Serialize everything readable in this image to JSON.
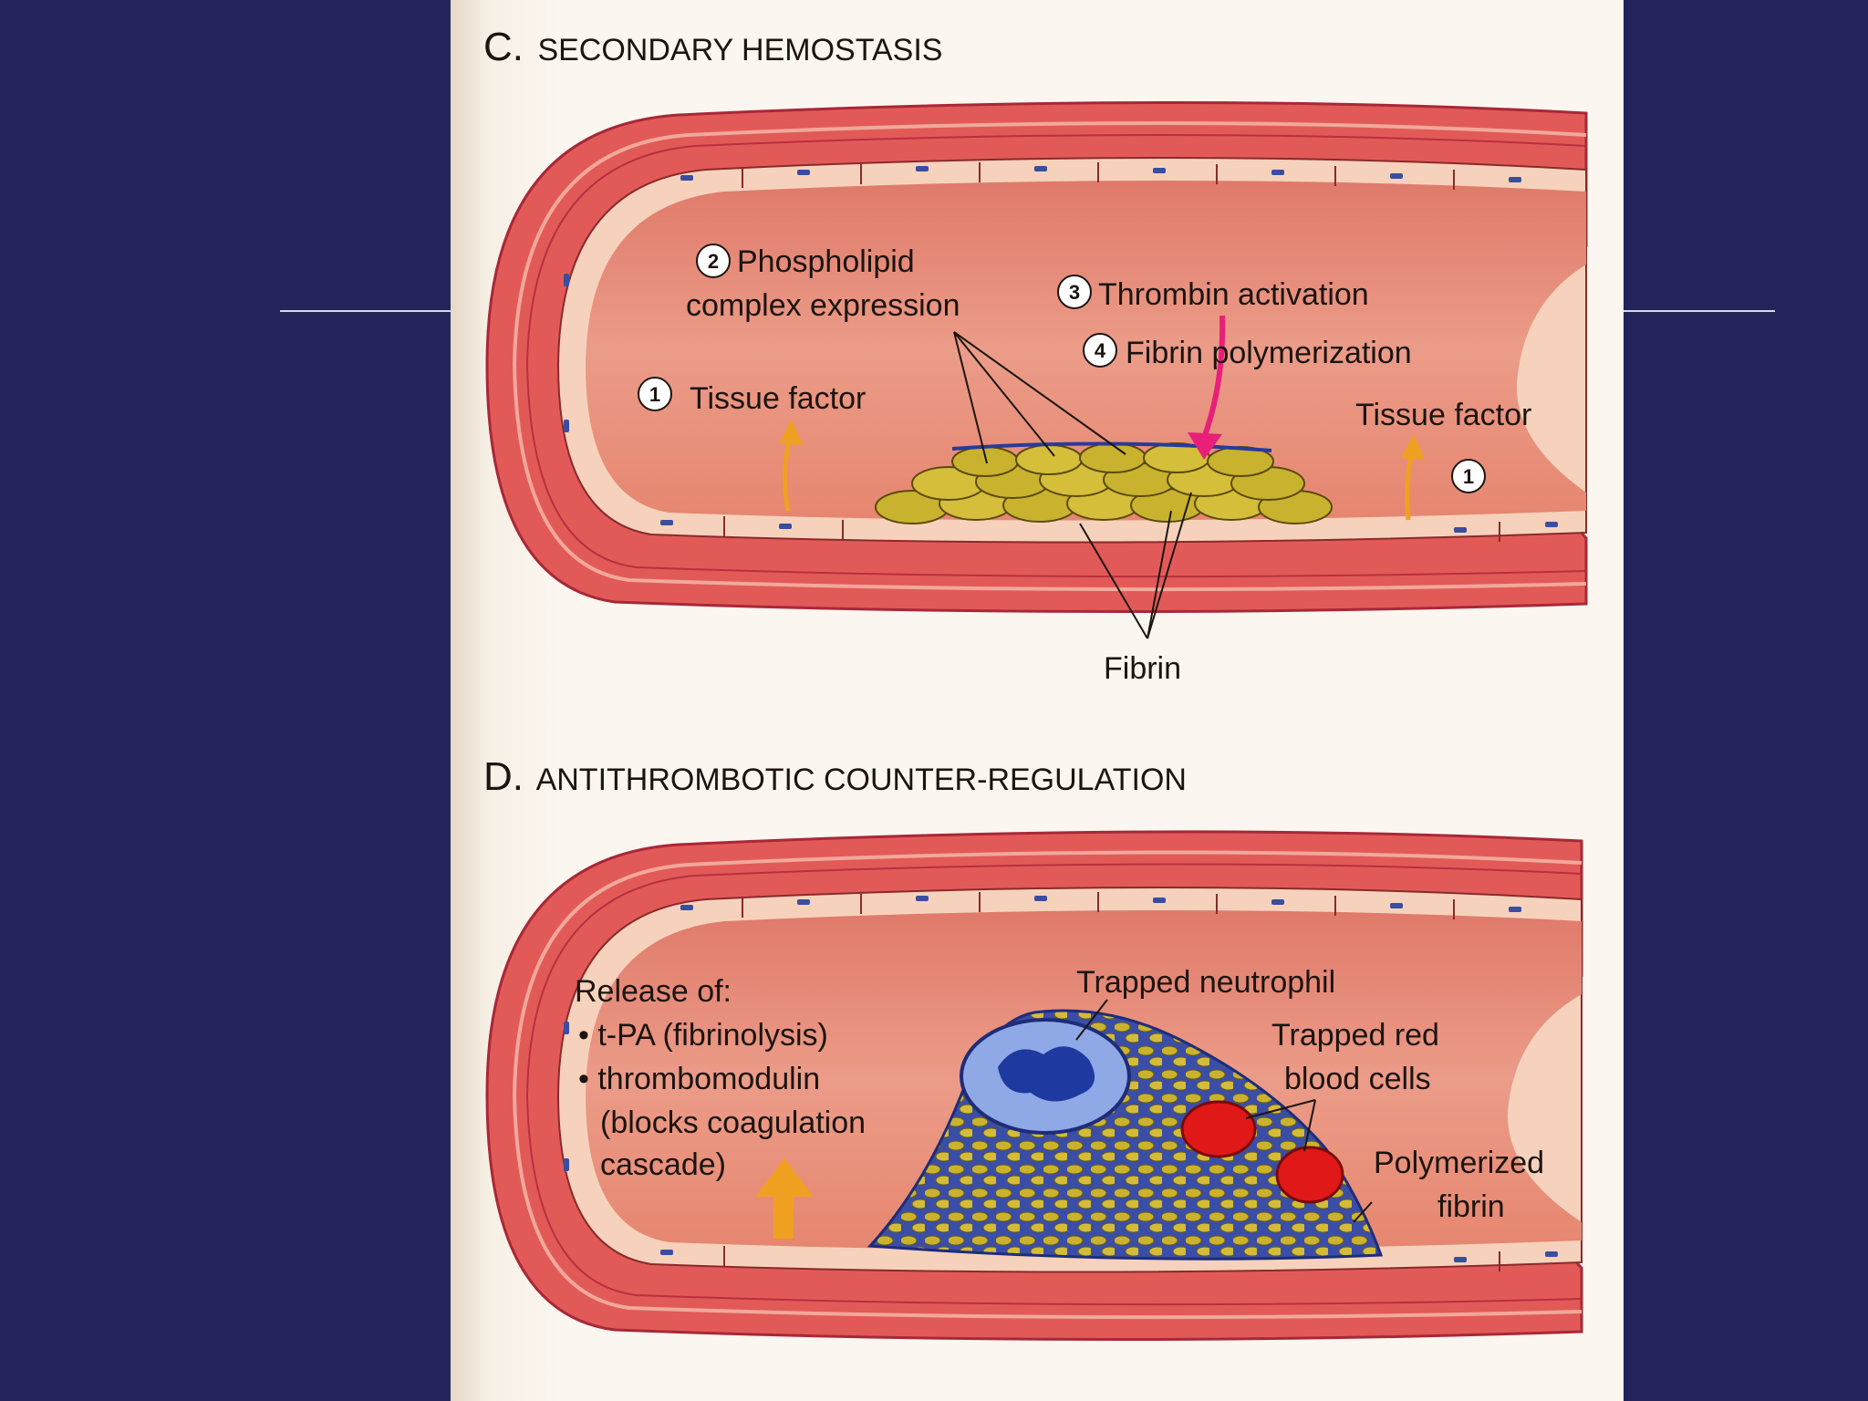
{
  "panel_c": {
    "letter": "C.",
    "title": "SECONDARY HEMOSTASIS",
    "labels": {
      "step2_num": "2",
      "step2_line1": "Phospholipid",
      "step2_line2": "complex expression",
      "step3_num": "3",
      "step3": "Thrombin activation",
      "step4_num": "4",
      "step4": "Fibrin polymerization",
      "step1_left_num": "1",
      "step1_left": "Tissue factor",
      "step1_right": "Tissue factor",
      "step1_right_num": "1",
      "fibrin": "Fibrin"
    }
  },
  "panel_d": {
    "letter": "D.",
    "title": "ANTITHROMBOTIC COUNTER-REGULATION",
    "labels": {
      "release": "Release of:",
      "tpa": "• t-PA (fibrinolysis)",
      "thrombomodulin": "• thrombomodulin",
      "blocks1": "(blocks coagulation",
      "blocks2": "cascade)",
      "neutrophil": "Trapped neutrophil",
      "rbc1": "Trapped red",
      "rbc2": "blood cells",
      "polyfibrin1": "Polymerized",
      "polyfibrin2": "fibrin"
    }
  },
  "colors": {
    "slide_background": "#25245a",
    "vessel_wall": "#e25a58",
    "lumen": "#e88a78",
    "endothelium": "#f6d2bc",
    "platelet": "#c9b22e",
    "fibrin_arrow": "#e8207a",
    "release_arrow": "#f0a020",
    "neutrophil": "#8fa8e6",
    "red_cell": "#e01818"
  }
}
